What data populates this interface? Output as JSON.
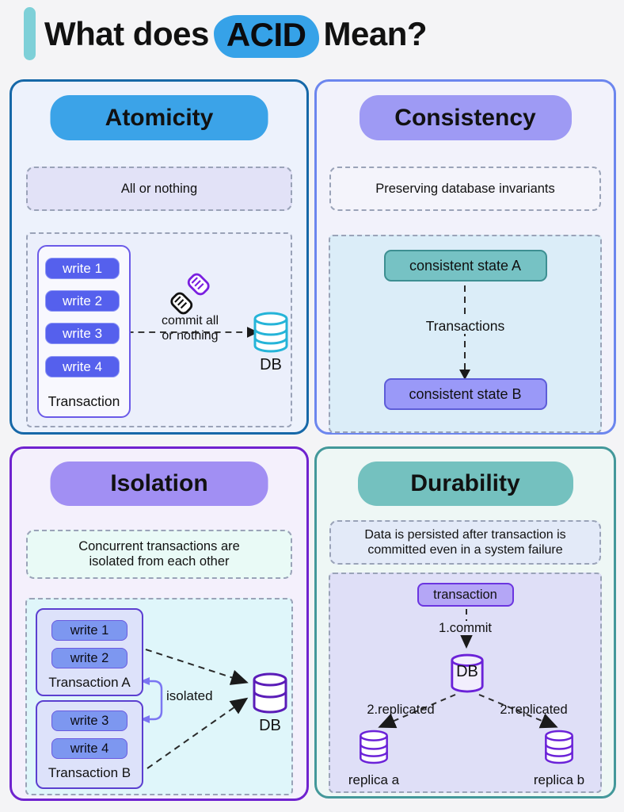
{
  "title": {
    "prefix": "What does",
    "highlight": "ACID",
    "suffix": "Mean?"
  },
  "atomicity": {
    "title": "Atomicity",
    "description": "All or nothing",
    "writes": [
      "write 1",
      "write 2",
      "write 3",
      "write 4"
    ],
    "transaction_label": "Transaction",
    "commit_line1": "commit all",
    "commit_line2": "or nothing",
    "db_label": "DB"
  },
  "consistency": {
    "title": "Consistency",
    "description": "Preserving database invariants",
    "state_a": "consistent state A",
    "arrow_label": "Transactions",
    "state_b": "consistent state B"
  },
  "isolation": {
    "title": "Isolation",
    "description_line1": "Concurrent transactions are",
    "description_line2": "isolated from each other",
    "transaction_a": {
      "writes": [
        "write 1",
        "write 2"
      ],
      "label": "Transaction A"
    },
    "transaction_b": {
      "writes": [
        "write 3",
        "write 4"
      ],
      "label": "Transaction B"
    },
    "isolated_label": "isolated",
    "db_label": "DB"
  },
  "durability": {
    "title": "Durability",
    "description_line1": "Data is persisted after transaction is",
    "description_line2": "committed even in a system failure",
    "transaction_label": "transaction",
    "commit_label": "1.commit",
    "replicated_left": "2.replicated",
    "replicated_right": "2.replicated",
    "db_label": "DB",
    "replica_a": "replica a",
    "replica_b": "replica b"
  },
  "colors": {
    "accent_bar": "#7ed0d8",
    "acid_highlight": "#36a2e8",
    "atomicity_header": "#3ba3e8",
    "atomicity_border": "#1668a8",
    "consistency_header": "#9e9af4",
    "consistency_border": "#6c86ee",
    "isolation_header": "#a18ff3",
    "isolation_border": "#6f22cf",
    "durability_header": "#74c1bf",
    "durability_border": "#43989a",
    "write_button": "#5560ed",
    "state_a": "#76c2c4",
    "state_b": "#9a99f8",
    "db_cyan": "#25b4d8",
    "db_purple": "#5a1cb8"
  }
}
